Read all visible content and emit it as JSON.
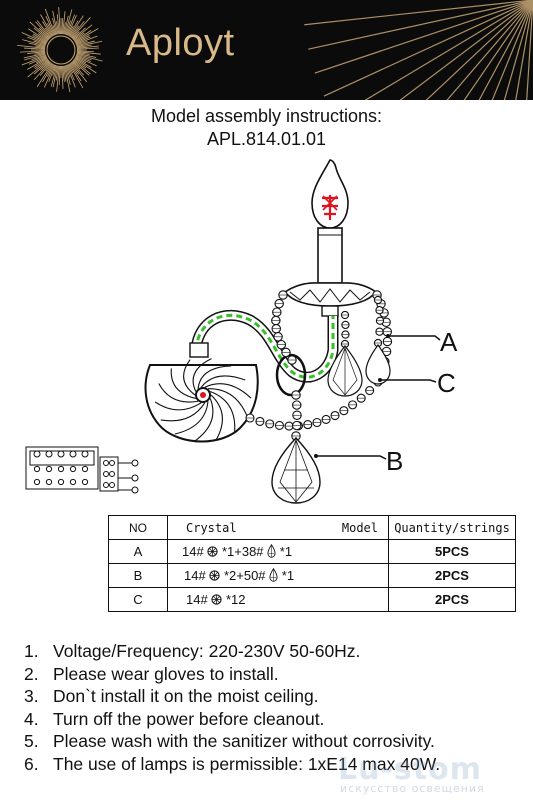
{
  "header": {
    "brand": "Aployt",
    "colors": {
      "background": "#0b0b0b",
      "gold": "#d9b98a"
    }
  },
  "title": {
    "line1": "Model assembly instructions:",
    "line2": "APL.814.01.01"
  },
  "diagram": {
    "labels": {
      "a": "A",
      "b": "B",
      "c": "C"
    },
    "colors": {
      "flame": "#e0141e",
      "arm": "#38c028",
      "line": "#111111"
    }
  },
  "table": {
    "headers": {
      "no": "NO",
      "crystal": "Crystal",
      "model": "Model",
      "qty": "Quantity/strings"
    },
    "rows": [
      {
        "no": "A",
        "crystal_pre": "14#",
        "crystal_mid": "*1+38#",
        "crystal_post": "*1",
        "qty": "5PCS"
      },
      {
        "no": "B",
        "crystal_pre": "14#",
        "crystal_mid": "*2+50#",
        "crystal_post": "*1",
        "qty": "2PCS"
      },
      {
        "no": "C",
        "crystal_pre": "14#",
        "crystal_mid": "*12",
        "crystal_post": "",
        "qty": "2PCS"
      }
    ]
  },
  "notes": [
    {
      "num": "1.",
      "text": "Voltage/Frequency: 220-230V 50-60Hz."
    },
    {
      "num": "2.",
      "text": "Please wear gloves to install."
    },
    {
      "num": "3.",
      "text": "Don`t install it on the moist ceiling."
    },
    {
      "num": "4.",
      "text": "Turn off the power before cleanout."
    },
    {
      "num": "5.",
      "text": "Please wash with the sanitizer without corrosivity."
    },
    {
      "num": "6.",
      "text": "The use of lamps is permissible: 1xE14 max 40W."
    }
  ],
  "watermark": {
    "line1": "Lu-stom",
    "line2": "искусство освещения"
  }
}
